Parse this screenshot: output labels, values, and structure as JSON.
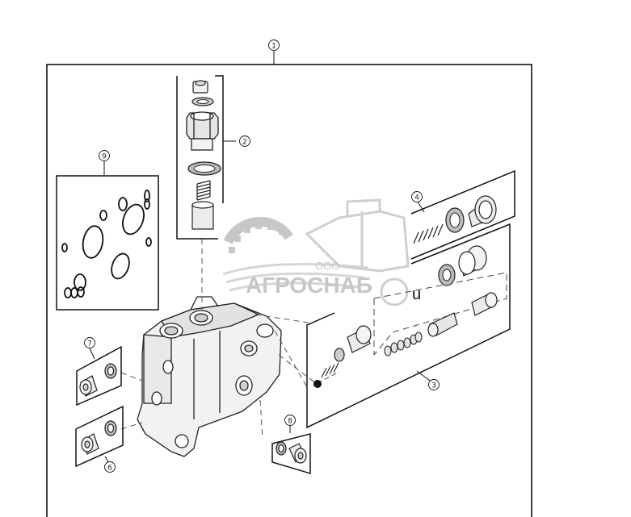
{
  "diagram": {
    "callouts": {
      "c1": "1",
      "c2": "2",
      "c3": "3",
      "c4": "4",
      "c6": "6",
      "c7": "7",
      "c8": "8",
      "c9": "9"
    },
    "watermark": {
      "company_form": "ООО",
      "brand": "АГРОСНАБ"
    },
    "stray_glyph": "u"
  }
}
